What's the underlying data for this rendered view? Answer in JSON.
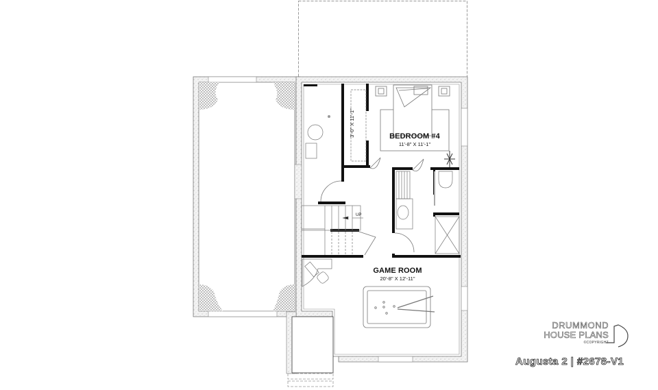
{
  "plan": {
    "title": "Augusta 2 | #2678-V1",
    "brand": {
      "line1": "DRUMMOND",
      "line2": "HOUSE PLANS",
      "copyright": "©COPYRIGHT"
    },
    "rooms": [
      {
        "name": "BEDROOM #4",
        "dimensions": "11'-8\" X 11'-1\""
      },
      {
        "name": "GAME ROOM",
        "dimensions": "20'-8\" X 12'-11\""
      }
    ],
    "closet_dimensions": "3'-0\" X 11'-1\"",
    "stair_label": "UP"
  },
  "colors": {
    "wall": "#111111",
    "foundation": "#d9d9d9",
    "line": "#888888",
    "background": "#ffffff"
  }
}
